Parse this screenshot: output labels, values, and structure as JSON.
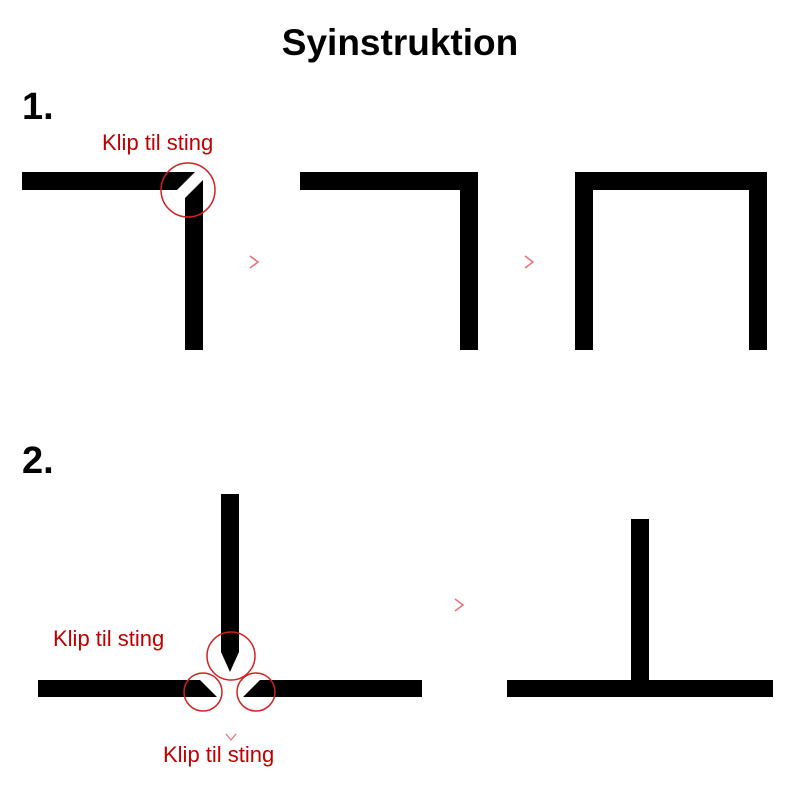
{
  "title": "Syinstruktion",
  "steps": [
    {
      "number": "1.",
      "annotations": [
        "Klip til sting"
      ]
    },
    {
      "number": "2.",
      "annotations": [
        "Klip til sting",
        "Klip til sting"
      ]
    }
  ],
  "colors": {
    "line": "#000000",
    "annotation": "#c00000",
    "arrow": "#e8707a"
  }
}
